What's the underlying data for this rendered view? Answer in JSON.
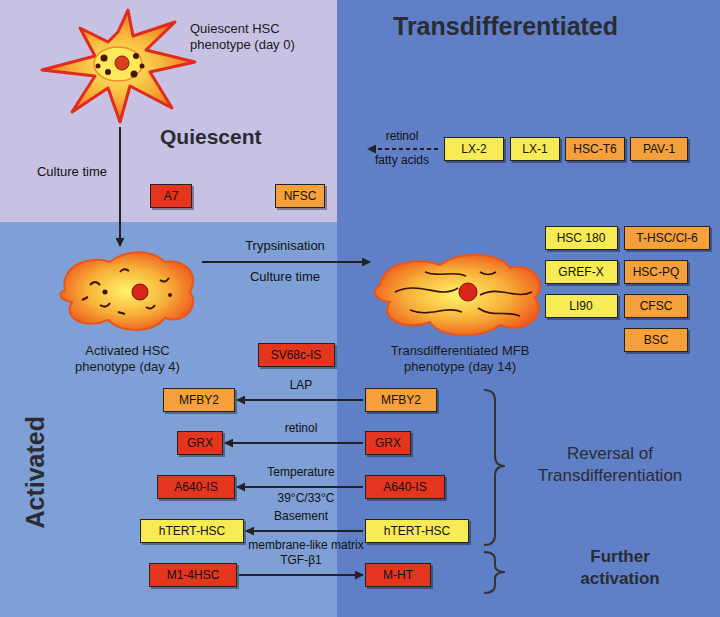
{
  "diagram": {
    "nodes": [
      {
        "text": [
          "Quiescent HSC phenotype (day 0)"
        ]
      },
      {
        "text": [
          "LX-2"
        ]
      },
      {
        "text": [
          "LX-1"
        ]
      },
      {
        "text": [
          "HSC-T6"
        ]
      },
      {
        "text": [
          "PAV-1"
        ]
      },
      {
        "text": [
          "A7"
        ]
      },
      {
        "text": [
          "NFSC"
        ]
      },
      {
        "text": [
          "Activated HSC phenotype (day 4)"
        ]
      },
      {
        "text": [
          "Transdifferentiated MFB phenotype (day 14)"
        ]
      },
      {
        "text": [
          "HSC 180"
        ]
      },
      {
        "text": [
          "T-HSC/Cl-6"
        ]
      },
      {
        "text": [
          "GREF-X"
        ]
      },
      {
        "text": [
          "HSC-PQ"
        ]
      },
      {
        "text": [
          "LI90"
        ]
      },
      {
        "text": [
          "CFSC"
        ]
      },
      {
        "text": [
          "BSC"
        ]
      },
      {
        "text": [
          "SV68c-IS"
        ]
      },
      {
        "text": [
          "MFBY2"
        ]
      },
      {
        "text": [
          "MFBY2"
        ]
      },
      {
        "text": [
          "GRX"
        ]
      },
      {
        "text": [
          "GRX"
        ]
      },
      {
        "text": [
          "A640-IS"
        ]
      },
      {
        "text": [
          "A640-IS"
        ]
      },
      {
        "text": [
          "hTERT-HSC"
        ]
      },
      {
        "text": [
          "hTERT-HSC"
        ]
      },
      {
        "text": [
          "M1-4HSC"
        ]
      },
      {
        "text": [
          "M-HT"
        ]
      }
    ],
    "edges": [
      {
        "from": 0,
        "to": 7,
        "arrow": "to",
        "label": "Culture time"
      },
      {
        "from": 7,
        "to": 8,
        "arrow": "to",
        "label": "Trypsinisation"
      },
      {
        "from": 18,
        "to": 17,
        "arrow": "to",
        "label": "LAP"
      },
      {
        "from": 20,
        "to": 19,
        "arrow": "to",
        "label": "retinol"
      },
      {
        "from": 22,
        "to": 21,
        "arrow": "to",
        "label": "Temperature"
      },
      {
        "from": 24,
        "to": 23,
        "arrow": "to",
        "label": "Basement"
      },
      {
        "from": 25,
        "to": 26,
        "arrow": "to",
        "label": "TGF-β1"
      }
    ],
    "labels": [
      "Quiescent",
      "Transdifferentiated",
      "Activated",
      "retinol",
      "fatty acids",
      "Culture time",
      "39°C/33°C",
      "membrane-like matrix",
      "Reversal of Transdifferentiation",
      "Further activation"
    ]
  }
}
